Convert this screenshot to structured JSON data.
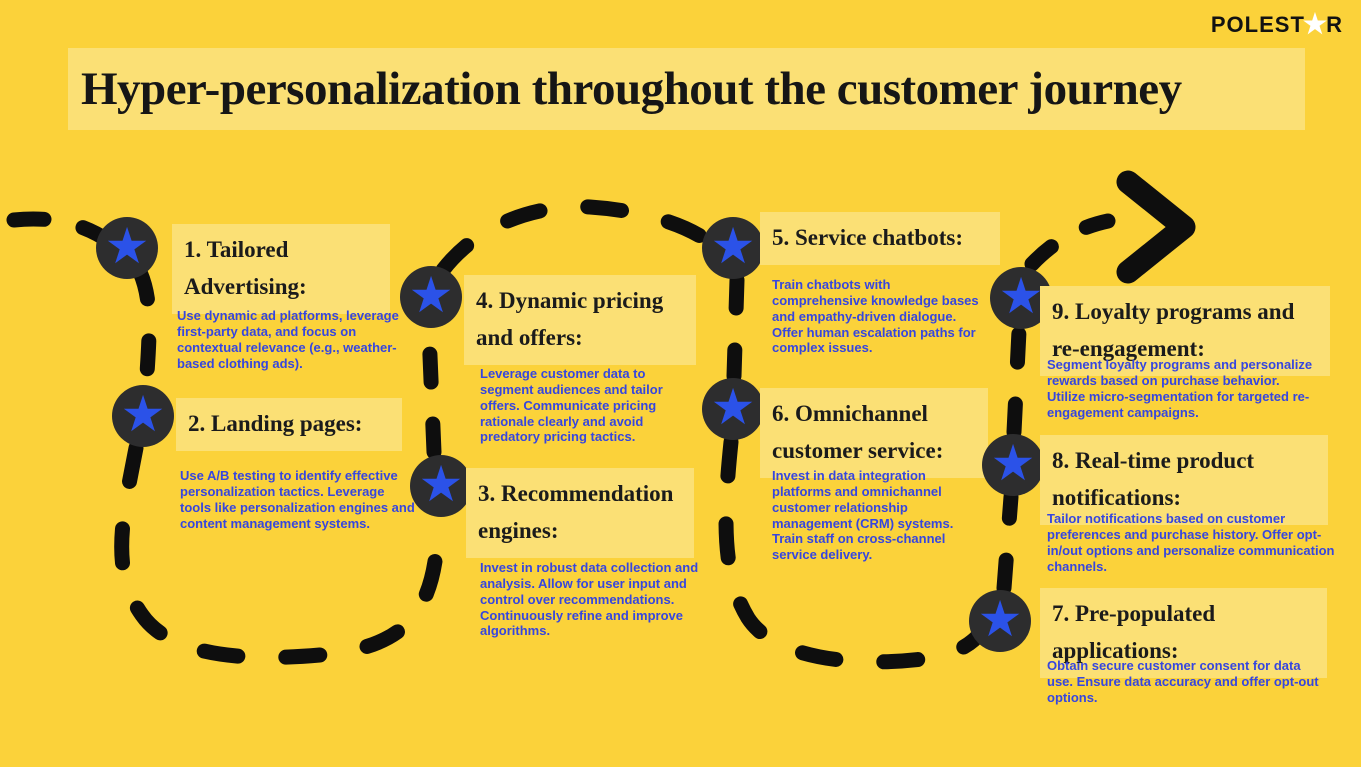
{
  "brand": {
    "logo_prefix": "POLEST",
    "logo_star": "★",
    "logo_suffix": "R"
  },
  "title": "Hyper-personalization throughout the customer journey",
  "icons": {
    "star": "★"
  },
  "colors": {
    "background": "#FBD23A",
    "highlight_band": "#FBE075",
    "heading_text": "#1B1B1B",
    "body_text": "#3646DF",
    "badge_circle": "#2D2D2E",
    "badge_star": "#2B52E8",
    "journey_path": "#0E0E0E",
    "logo_star": "#FFFFFF"
  },
  "steps": [
    {
      "id": 1,
      "heading": "1. Tailored Advertising:",
      "body": "Use dynamic ad platforms, leverage first-party data, and focus on contextual relevance (e.g., weather-based clothing ads)."
    },
    {
      "id": 2,
      "heading": "2. Landing pages:",
      "body": "Use A/B testing to identify effective personalization tactics. Leverage tools like personalization engines and content management systems."
    },
    {
      "id": 3,
      "heading": "3. Recommendation engines:",
      "body": "Invest in robust data collection and analysis. Allow for user input and control over recommendations. Continuously refine and improve algorithms."
    },
    {
      "id": 4,
      "heading": "4. Dynamic pricing and offers:",
      "body": "Leverage customer data to segment audiences and tailor offers. Communicate pricing rationale clearly and avoid predatory pricing tactics."
    },
    {
      "id": 5,
      "heading": "5. Service chatbots:",
      "body": "Train chatbots with comprehensive knowledge bases and empathy-driven dialogue. Offer human escalation paths for complex issues."
    },
    {
      "id": 6,
      "heading": "6. Omnichannel customer service:",
      "body": "Invest in data integration platforms and omnichannel customer relationship management (CRM) systems. Train staff on cross-channel service delivery."
    },
    {
      "id": 7,
      "heading": "7. Pre-populated applications:",
      "body": "Obtain secure customer consent for data use. Ensure data accuracy and offer opt-out options."
    },
    {
      "id": 8,
      "heading": "8. Real-time product notifications:",
      "body": "Tailor notifications based on customer preferences and purchase history. Offer opt-in/out options and personalize communication channels."
    },
    {
      "id": 9,
      "heading": "9. Loyalty programs and re-engagement:",
      "body": "Segment loyalty programs and personalize rewards based on purchase behavior. Utilize micro-segmentation for targeted re-engagement campaigns."
    }
  ]
}
